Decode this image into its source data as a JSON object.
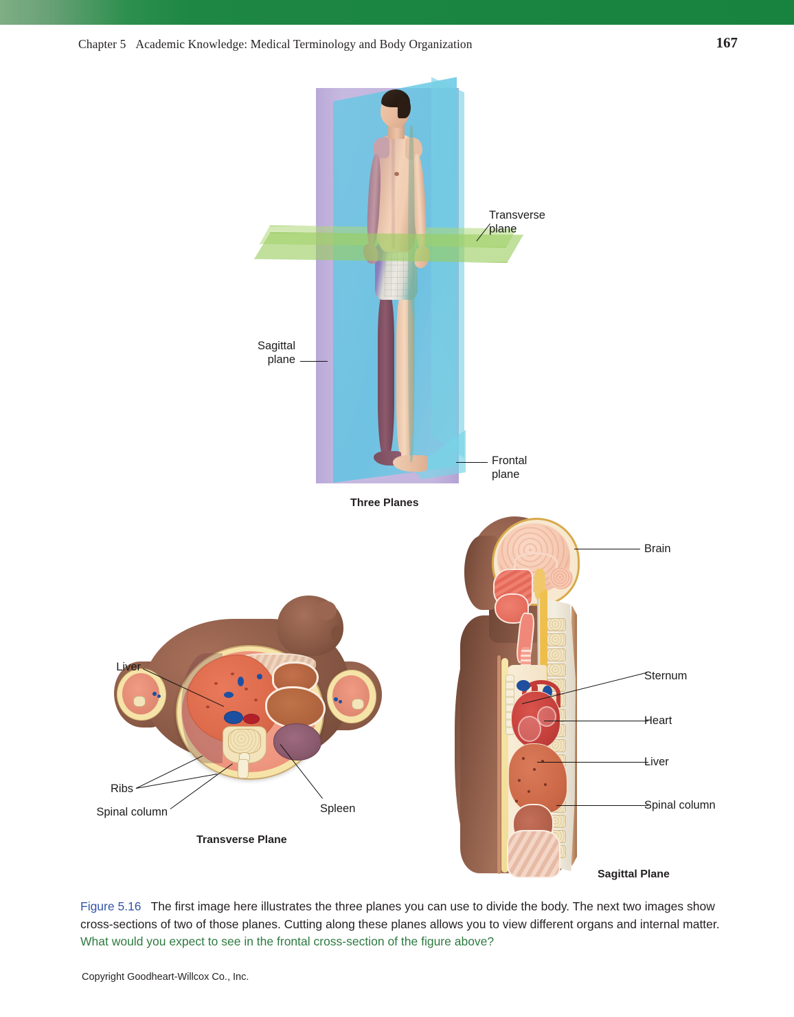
{
  "header": {
    "chapter_label": "Chapter 5",
    "chapter_title": "Academic Knowledge: Medical Terminology and Body Organization",
    "page_number": "167",
    "bar_color_left": "#7fae85",
    "bar_color_right": "#17833f"
  },
  "figures": {
    "three_planes": {
      "caption": "Three Planes",
      "labels": {
        "transverse": "Transverse\nplane",
        "sagittal": "Sagittal\nplane",
        "frontal": "Frontal\nplane"
      },
      "plane_colors": {
        "sagittal": "#a793ce",
        "frontal": "#67c9e4",
        "transverse": "#9acd60"
      }
    },
    "transverse_plane": {
      "caption": "Transverse Plane",
      "labels": {
        "liver": "Liver",
        "ribs": "Ribs",
        "spinal_column": "Spinal column",
        "spleen": "Spleen"
      }
    },
    "sagittal_plane": {
      "caption": "Sagittal Plane",
      "labels": {
        "brain": "Brain",
        "sternum": "Sternum",
        "heart": "Heart",
        "liver": "Liver",
        "spinal_column": "Spinal column"
      }
    }
  },
  "caption": {
    "figure_number": "Figure 5.16",
    "figure_number_color": "#3355a8",
    "body": "The first image here illustrates the three planes you can use to divide the body. The next two images show cross-sections of two of those planes. Cutting along these planes allows you to view different organs and internal matter.",
    "question": "What would you expect to see in the frontal cross-section of the figure above?",
    "question_color": "#2c7a3f"
  },
  "footer": {
    "copyright": "Copyright Goodheart-Willcox Co., Inc."
  }
}
